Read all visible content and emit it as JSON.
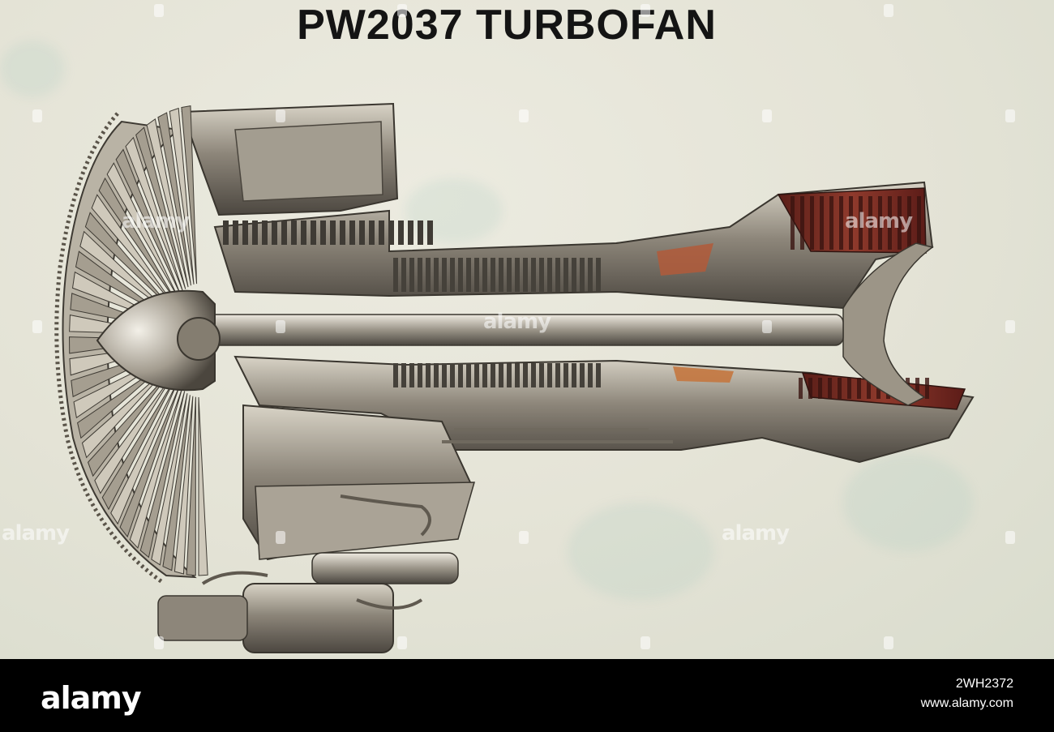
{
  "poster": {
    "title": "PW2037 TURBOFAN"
  },
  "watermark": {
    "text": "alamy"
  },
  "footer": {
    "brand": "alamy",
    "image_id": "2WH2372",
    "site": "www.alamy.com"
  },
  "colors": {
    "background": "#e5e4d8",
    "footer": "#000000",
    "engine_metal": "#8a8375",
    "hot_section": "#7a2a22"
  }
}
